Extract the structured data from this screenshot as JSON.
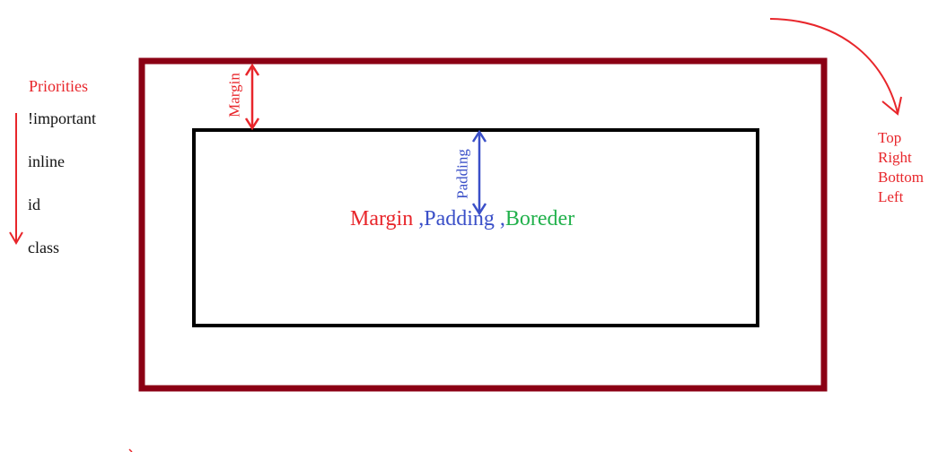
{
  "priorities": {
    "title": "Priorities",
    "items": [
      "!important",
      "inline",
      "id",
      "class"
    ]
  },
  "order": {
    "items": [
      "Top",
      "Right",
      "Bottom",
      "Left"
    ]
  },
  "labels": {
    "margin": "Margin",
    "padding": "Padding"
  },
  "center_title": {
    "margin": "Margin",
    "sep1": " ,",
    "padding": "Padding",
    "sep2": " ,",
    "border": "Boreder"
  },
  "colors": {
    "red_text": "#e8262b",
    "outer_border": "#8b0014",
    "inner_border": "#000000",
    "padding_blue": "#3a4fc8",
    "border_green": "#22b14c"
  }
}
